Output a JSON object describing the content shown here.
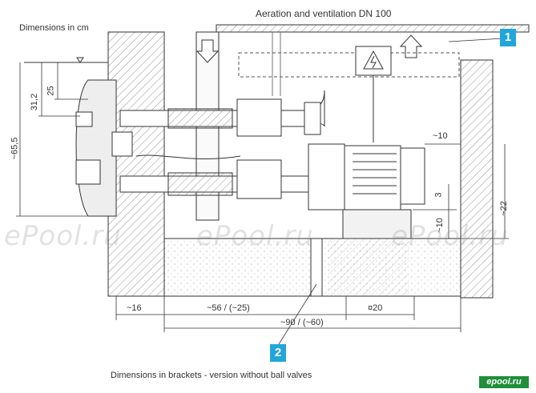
{
  "top_title": "Aeration and ventilation DN 100",
  "units_label": "Dimensions in cm",
  "footnote": "Dimensions in brackets - version without ball valves",
  "callouts": [
    "1",
    "2"
  ],
  "dimensions": {
    "d_65_5": "~65,5",
    "d_31_2": "31,2",
    "d_25": "25",
    "d_10_top": "~10",
    "d_3": "3",
    "d_10_side": "~10",
    "d_22": "~22",
    "d_16": "~16",
    "d_56": "~56 / (~25)",
    "d_20": "¤20",
    "d_90": "~90 / (~60)"
  },
  "watermarks": [
    "ePool.ru",
    "ePool.ru",
    "ePool.ru"
  ],
  "brand_logo": "epool.ru",
  "colors": {
    "line": "#333333",
    "callout": "#21a6d9",
    "hatch": "#666666",
    "brand": "#1f8f3a"
  },
  "icons": [
    "warning-electric-icon",
    "arrow-down-icon",
    "arrow-up-icon",
    "water-level-icon"
  ]
}
